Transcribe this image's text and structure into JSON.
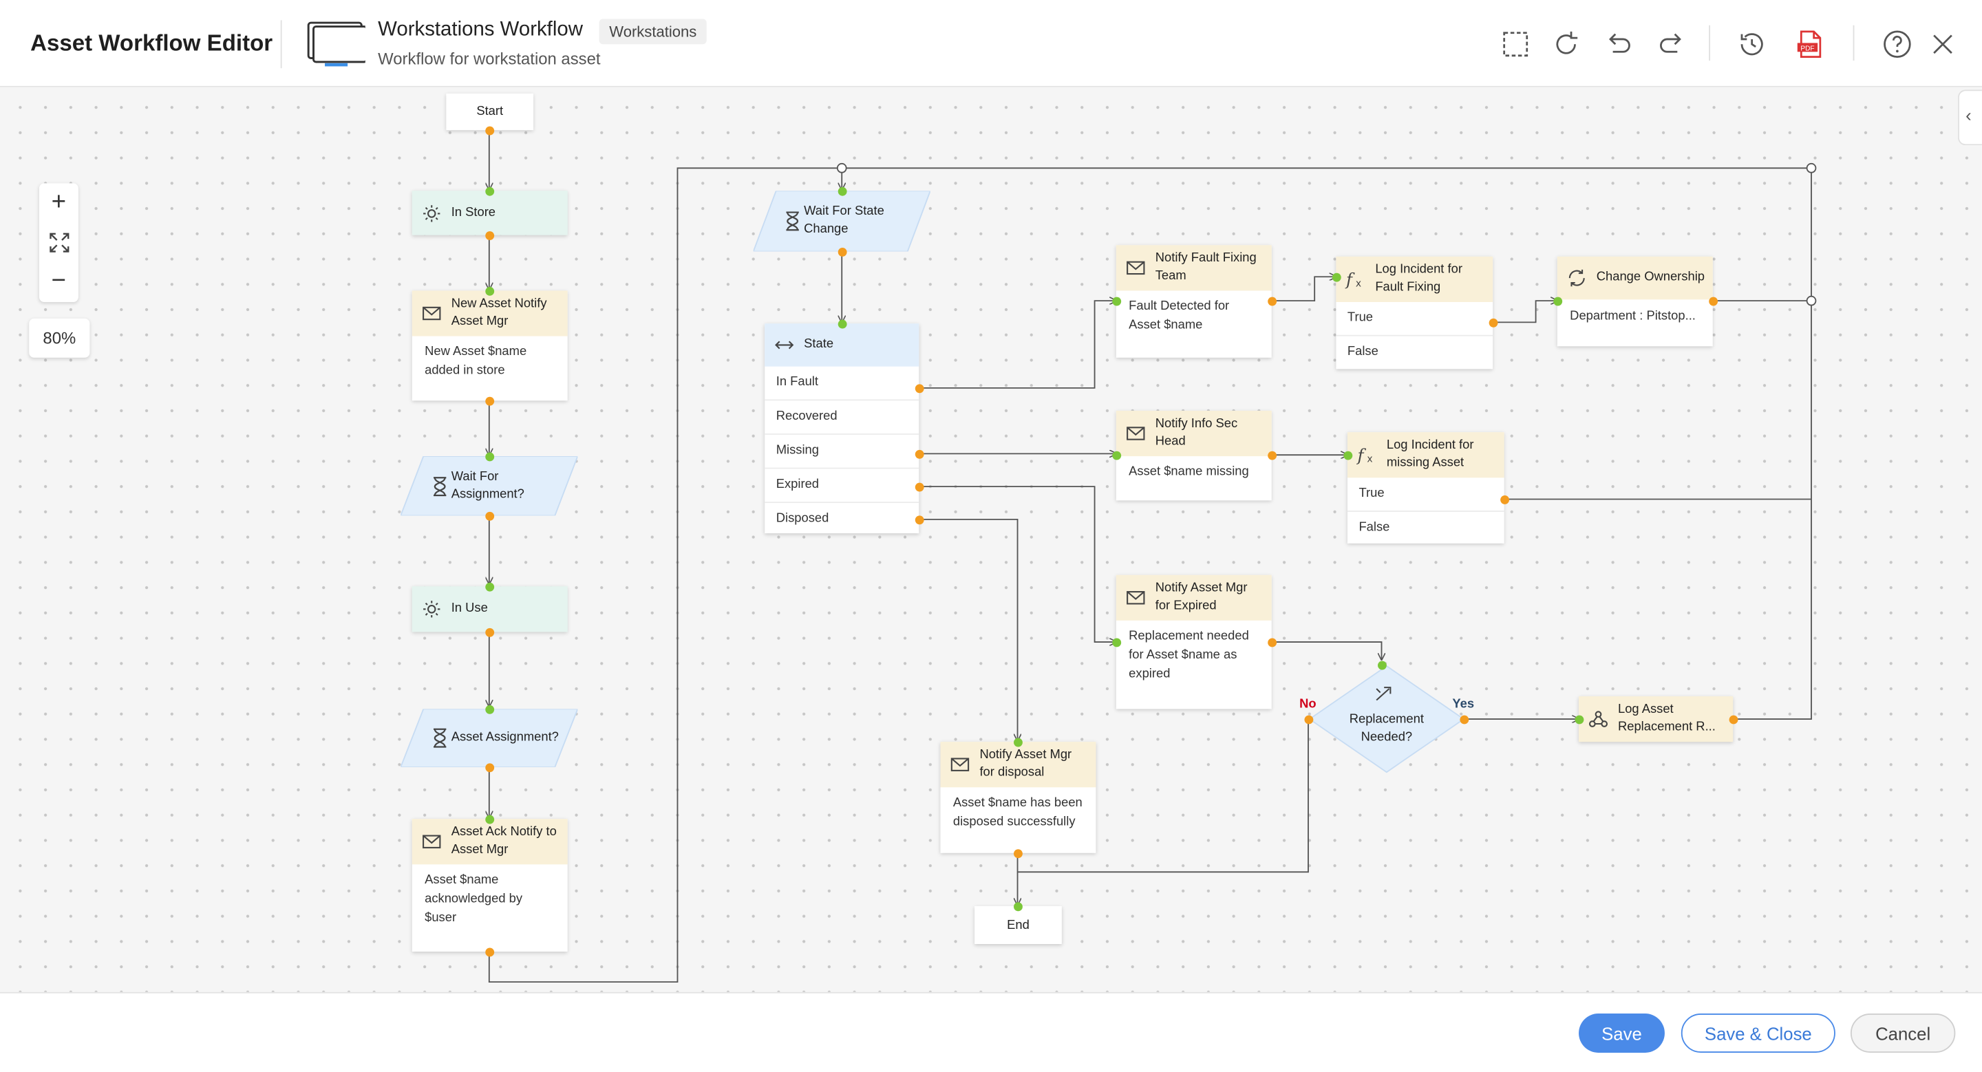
{
  "header": {
    "app_title": "Asset Workflow Editor",
    "workflow_title": "Workstations Workflow",
    "workflow_tag": "Workstations",
    "workflow_subtitle": "Workflow for workstation asset"
  },
  "toolbar": [
    "select-area-icon",
    "refresh-icon",
    "undo-icon",
    "redo-icon",
    "history-icon",
    "pdf-icon",
    "help-icon",
    "close-icon"
  ],
  "zoom": {
    "level": "80%"
  },
  "nodes": {
    "start": "Start",
    "in_store": "In Store",
    "new_asset": {
      "title": "New Asset Notify Asset Mgr",
      "body": "New  Asset $name added in store"
    },
    "wait_assign": "Wait For Assignment?",
    "in_use": "In Use",
    "asset_assign": "Asset Assignment?",
    "ack_notify": {
      "title": "Asset Ack Notify to Asset Mgr",
      "body": "Asset $name acknowledged by $user"
    },
    "wait_state": "Wait For State Change",
    "state": {
      "title": "State",
      "options": [
        "In Fault",
        "Recovered",
        "Missing",
        "Expired",
        "Disposed"
      ]
    },
    "notify_fault": {
      "title": "Notify Fault Fixing Team",
      "body": "Fault Detected for Asset $name"
    },
    "log_fault": {
      "title": "Log Incident for Fault Fixing",
      "options": [
        "True",
        "False"
      ]
    },
    "change_owner": {
      "title": "Change Ownership",
      "body": "Department : Pitstop..."
    },
    "notify_info": {
      "title": "Notify Info Sec Head",
      "body": "Asset $name  missing"
    },
    "log_missing": {
      "title": "Log Incident for missing Asset",
      "options": [
        "True",
        "False"
      ]
    },
    "notify_expired": {
      "title": "Notify Asset Mgr for Expired",
      "body": "Replacement needed for Asset $name as expired"
    },
    "replacement": {
      "title": "Replacement Needed?",
      "no": "No",
      "yes": "Yes"
    },
    "log_replace": "Log Asset Replacement R...",
    "notify_disposal": {
      "title": "Notify Asset Mgr for disposal",
      "body": "Asset $name has been disposed successfully"
    },
    "end": "End"
  },
  "footer": {
    "save": "Save",
    "save_close": "Save & Close",
    "cancel": "Cancel"
  },
  "colors": {
    "accent": "#4a8ae8",
    "connector_out": "#f39c1f",
    "connector_in": "#7bc739",
    "action_header": "#f9f0d8",
    "status_header": "#e5f4ef",
    "decision_fill": "#e1eefb"
  }
}
